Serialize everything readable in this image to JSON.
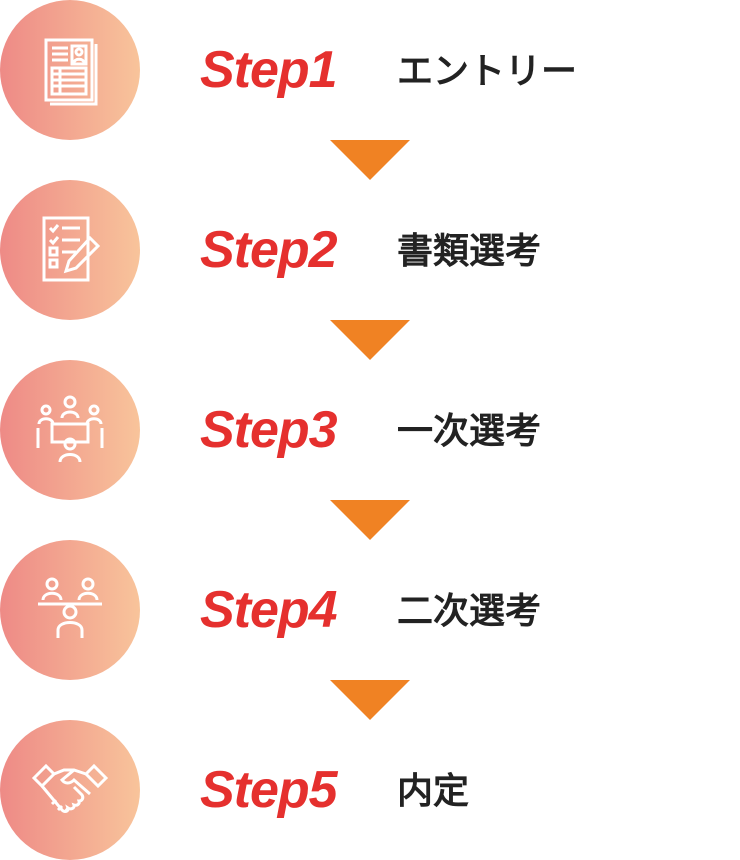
{
  "steps": [
    {
      "label": "Step1",
      "name": "エントリー",
      "icon": "resume-icon"
    },
    {
      "label": "Step2",
      "name": "書類選考",
      "icon": "checklist-pen-icon"
    },
    {
      "label": "Step3",
      "name": "一次選考",
      "icon": "group-meeting-icon"
    },
    {
      "label": "Step4",
      "name": "二次選考",
      "icon": "interview-icon"
    },
    {
      "label": "Step5",
      "name": "内定",
      "icon": "handshake-icon"
    }
  ],
  "colors": {
    "step": "#e5302e",
    "arrow": "#f08223",
    "gradient_start": "#ee8a86",
    "gradient_end": "#f8c49b"
  }
}
